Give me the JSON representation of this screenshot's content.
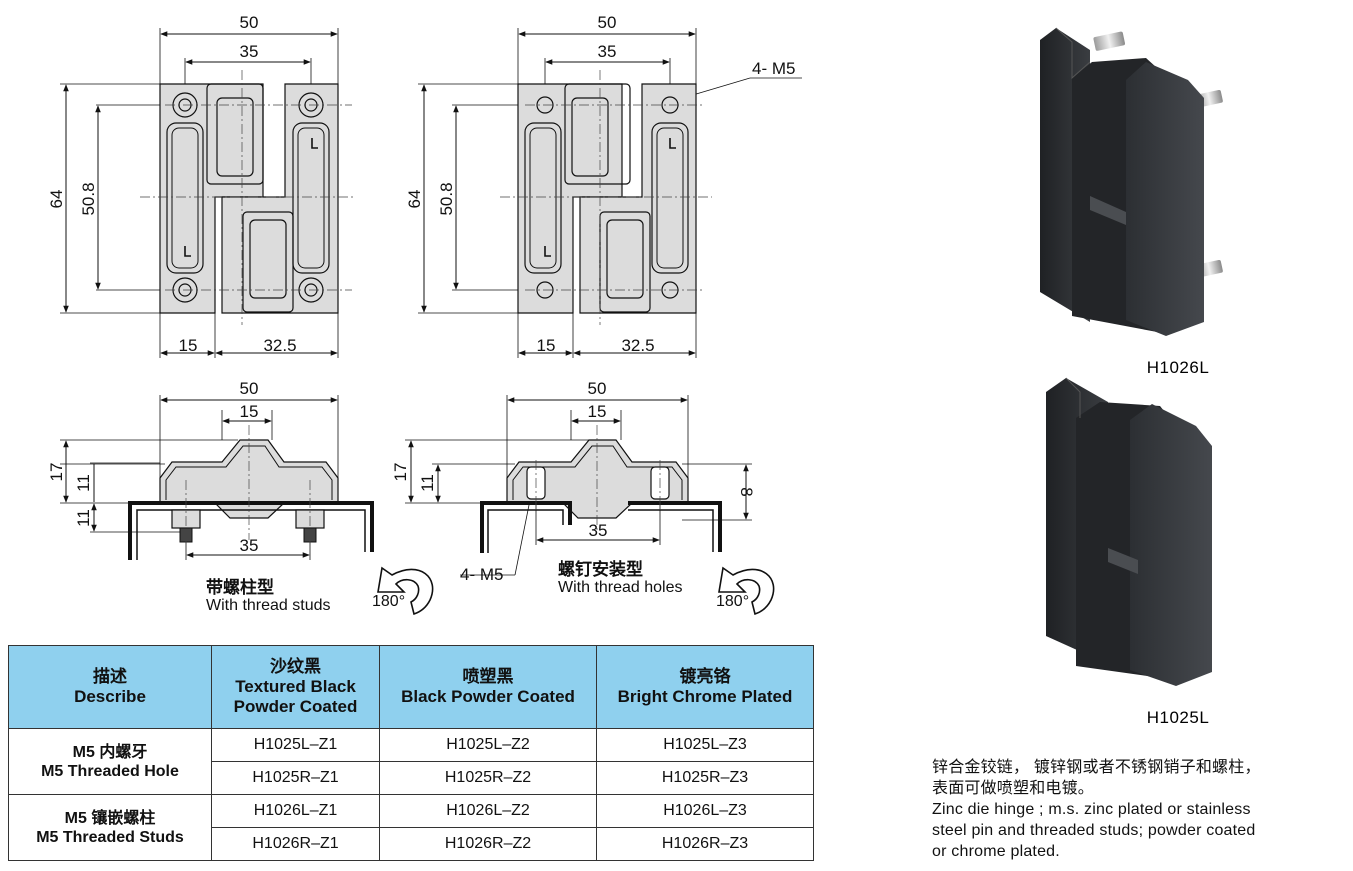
{
  "top_left": {
    "dim_width": "50",
    "dim_hole_span": "35",
    "dim_height": "64",
    "dim_hole_pitch": "50.8",
    "dim_left_leaf": "15",
    "dim_right_leaf": "32.5"
  },
  "top_right": {
    "dim_width": "50",
    "dim_hole_span": "35",
    "dim_height": "64",
    "dim_hole_pitch": "50.8",
    "dim_left_leaf": "15",
    "dim_right_leaf": "32.5",
    "hole_callout": "4- M5"
  },
  "side_left": {
    "dim_width": "50",
    "dim_knuckle": "15",
    "dim_total_height": "17",
    "dim_body_height": "11",
    "dim_stud_height": "11",
    "dim_stud_span": "35",
    "caption_cn": "带螺柱型",
    "caption_en": "With thread studs",
    "rotation": "180°"
  },
  "side_right": {
    "dim_width": "50",
    "dim_knuckle": "15",
    "dim_total_height": "17",
    "dim_body_height": "11",
    "dim_hole_depth": "8",
    "dim_hole_span": "35",
    "hole_callout": "4- M5",
    "caption_cn": "螺钉安装型",
    "caption_en": "With thread holes",
    "rotation": "180°"
  },
  "table": {
    "headers": [
      {
        "cn": "描述",
        "en": "Describe"
      },
      {
        "cn": "沙纹黑",
        "en": "Textured Black Powder Coated"
      },
      {
        "cn": "喷塑黑",
        "en": "Black Powder Coated"
      },
      {
        "cn": "镀亮铬",
        "en": "Bright Chrome Plated"
      }
    ],
    "groups": [
      {
        "cn": "M5 内螺牙",
        "en": "M5 Threaded Hole",
        "rows": [
          [
            "H1025L–Z1",
            "H1025L–Z2",
            "H1025L–Z3"
          ],
          [
            "H1025R–Z1",
            "H1025R–Z2",
            "H1025R–Z3"
          ]
        ]
      },
      {
        "cn": "M5 镶嵌螺柱",
        "en": "M5 Threaded Studs",
        "rows": [
          [
            "H1026L–Z1",
            "H1026L–Z2",
            "H1026L–Z3"
          ],
          [
            "H1026R–Z1",
            "H1026R–Z2",
            "H1026R–Z3"
          ]
        ]
      }
    ]
  },
  "products": {
    "top_label": "H1026L",
    "bottom_label": "H1025L"
  },
  "description": {
    "cn_line1": "锌合金铰链， 镀锌钢或者不锈钢销子和螺柱，",
    "cn_line2": "表面可做喷塑和电镀。",
    "en_line1": "Zinc die hinge ; m.s. zinc plated or stainless",
    "en_line2": "steel pin and threaded studs; powder coated",
    "en_line3": "or chrome plated."
  },
  "colors": {
    "table_header": "#8fd0ee",
    "part_fill": "#dcdcdc",
    "hinge_dark": "#2a2c2f"
  }
}
